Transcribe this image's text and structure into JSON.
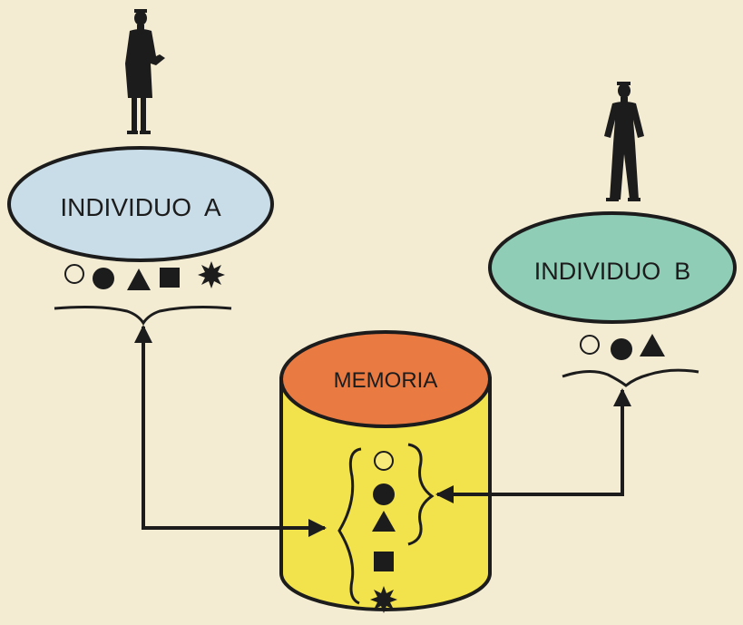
{
  "individual_a": {
    "label": "INDIVIDUO  A",
    "fill": "#c9dde8",
    "symbols": [
      "empty-circle",
      "filled-circle",
      "triangle",
      "square",
      "star-burst"
    ]
  },
  "individual_b": {
    "label": "INDIVIDUO  B",
    "fill": "#8fcdb6",
    "symbols": [
      "empty-circle",
      "filled-circle",
      "triangle"
    ]
  },
  "memory": {
    "label": "MEMORIA",
    "top_fill": "#e97a42",
    "body_fill": "#f2e24b",
    "symbols": [
      "empty-circle",
      "filled-circle",
      "triangle",
      "square",
      "star-burst"
    ]
  },
  "colors": {
    "background": "#f3ecd3",
    "ink": "#1c1c1c"
  }
}
